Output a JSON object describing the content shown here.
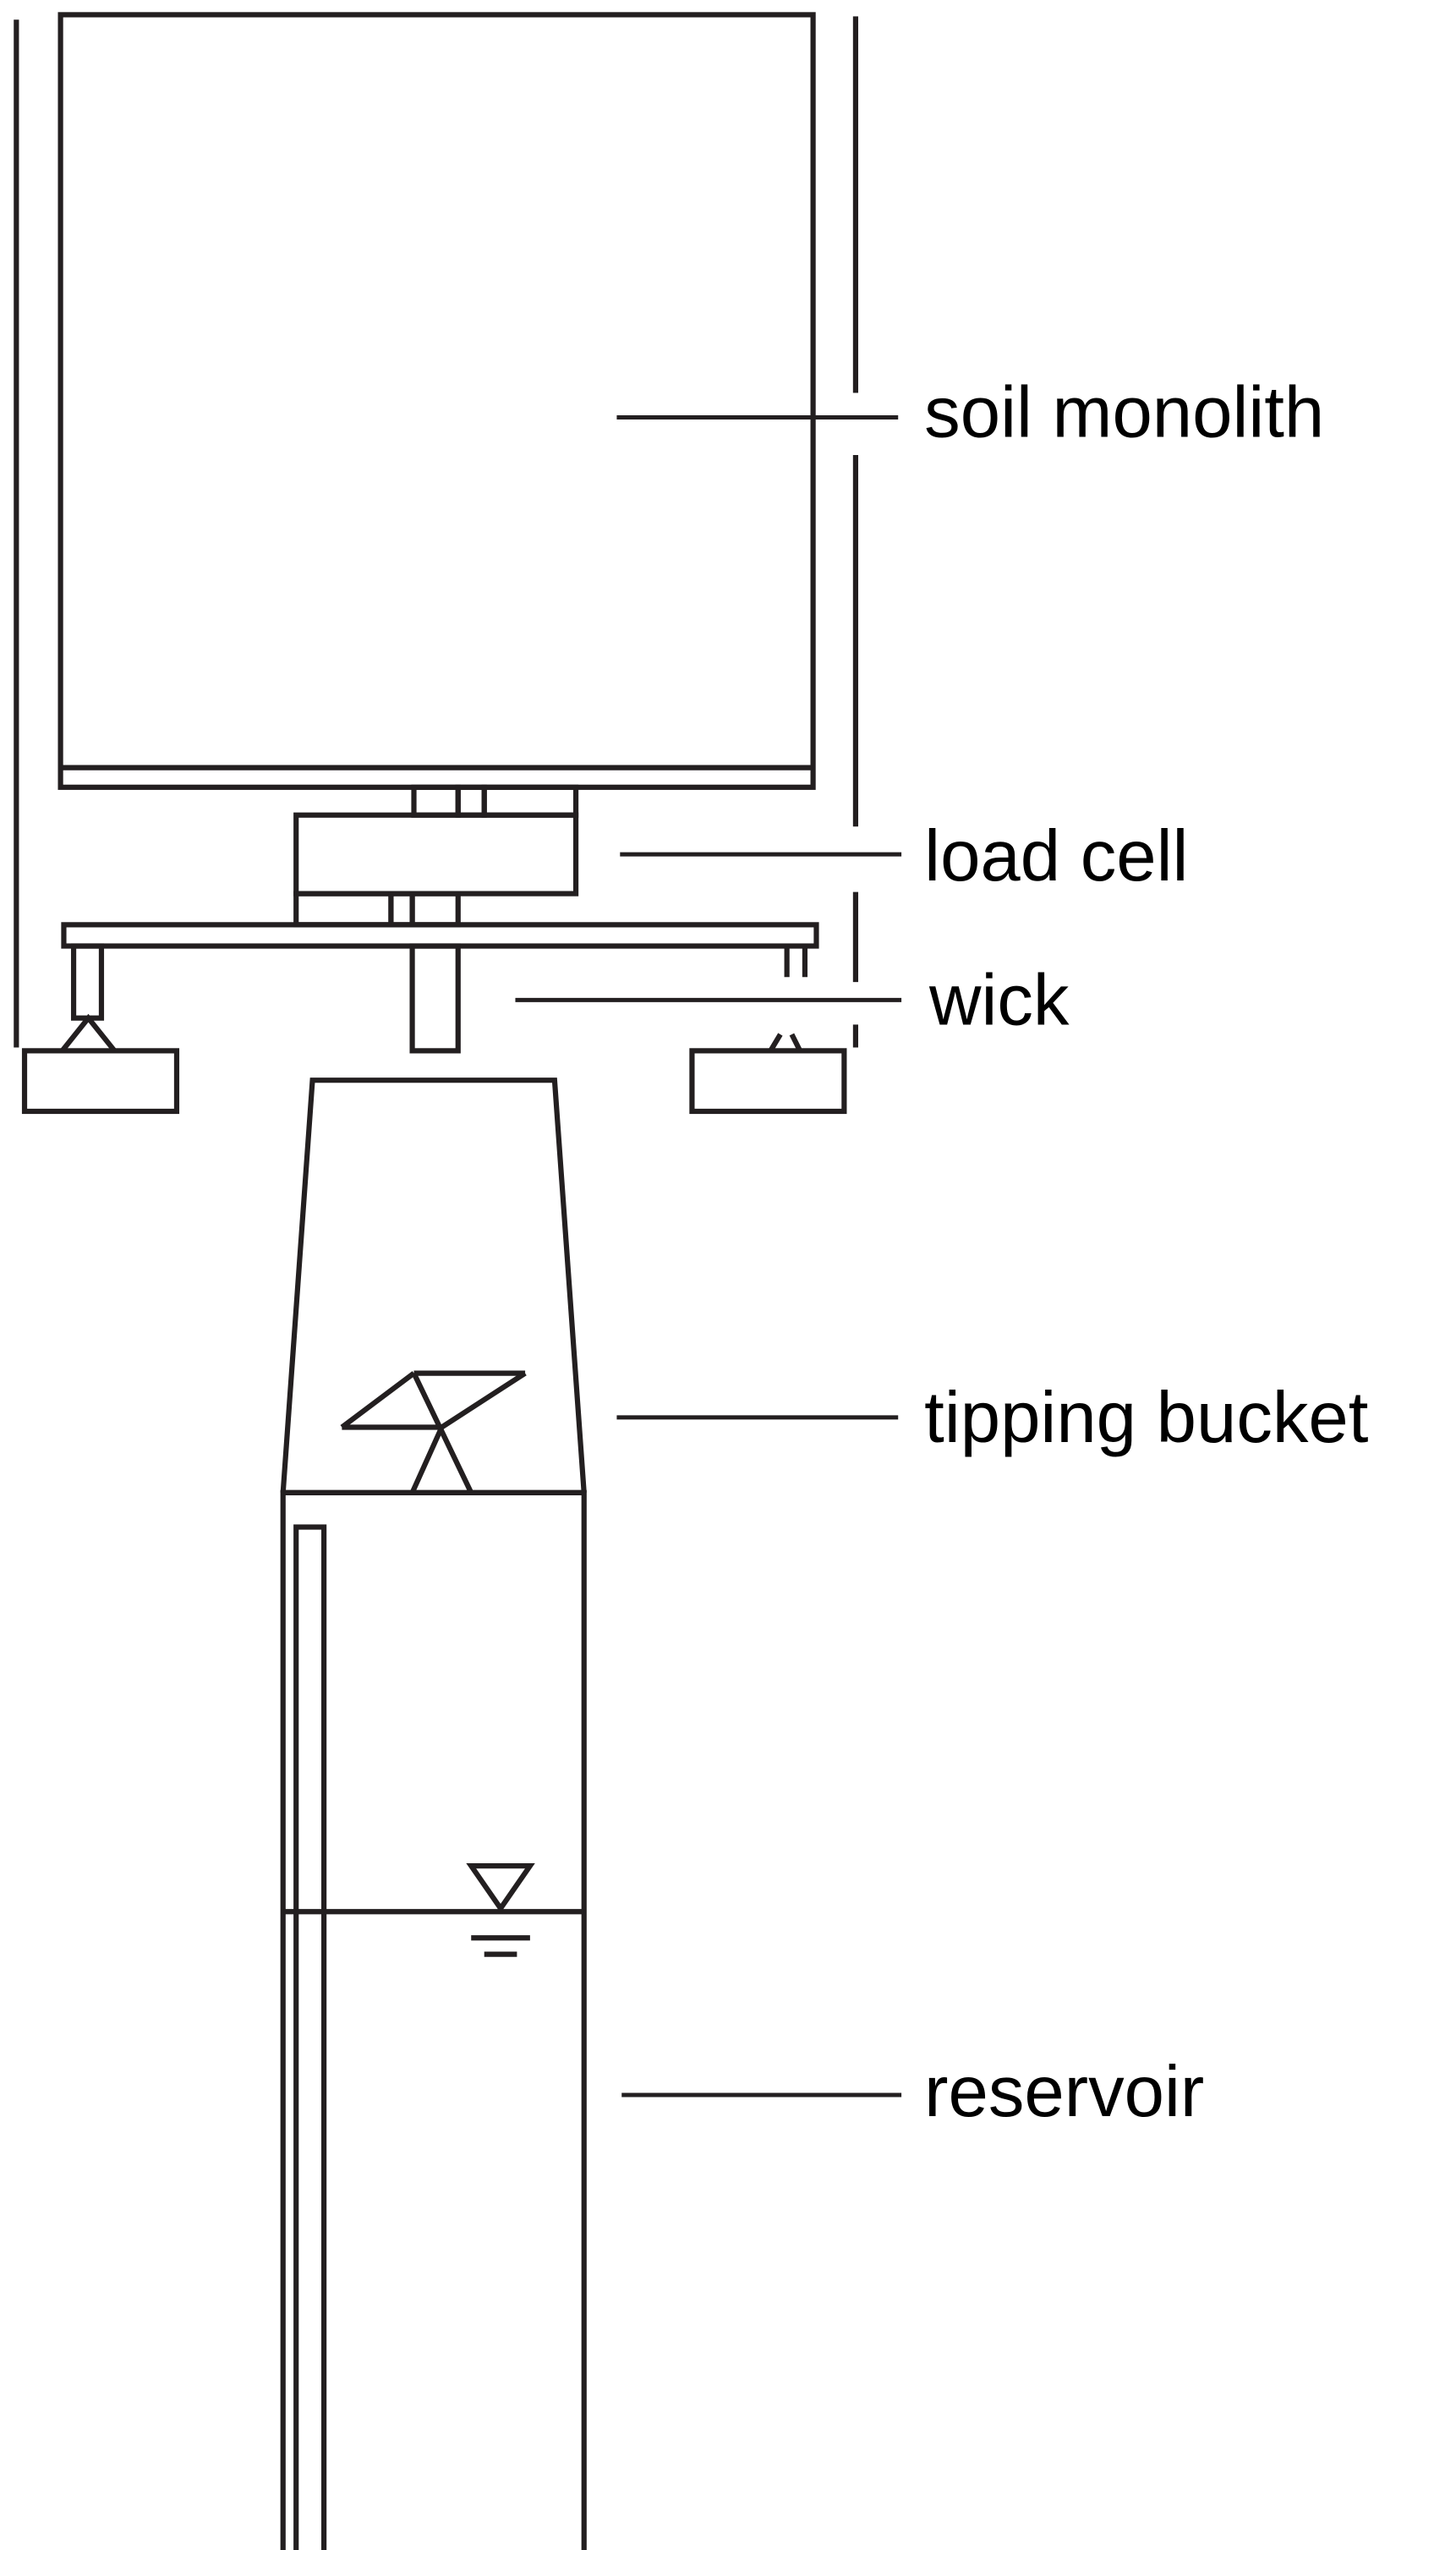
{
  "labels": {
    "soil_monolith": "soil monolith",
    "load_cell": "load cell",
    "wick": "wick",
    "tipping_bucket": "tipping bucket",
    "reservoir": "reservoir"
  },
  "colors": {
    "line": "#231f20",
    "background": "#ffffff"
  }
}
